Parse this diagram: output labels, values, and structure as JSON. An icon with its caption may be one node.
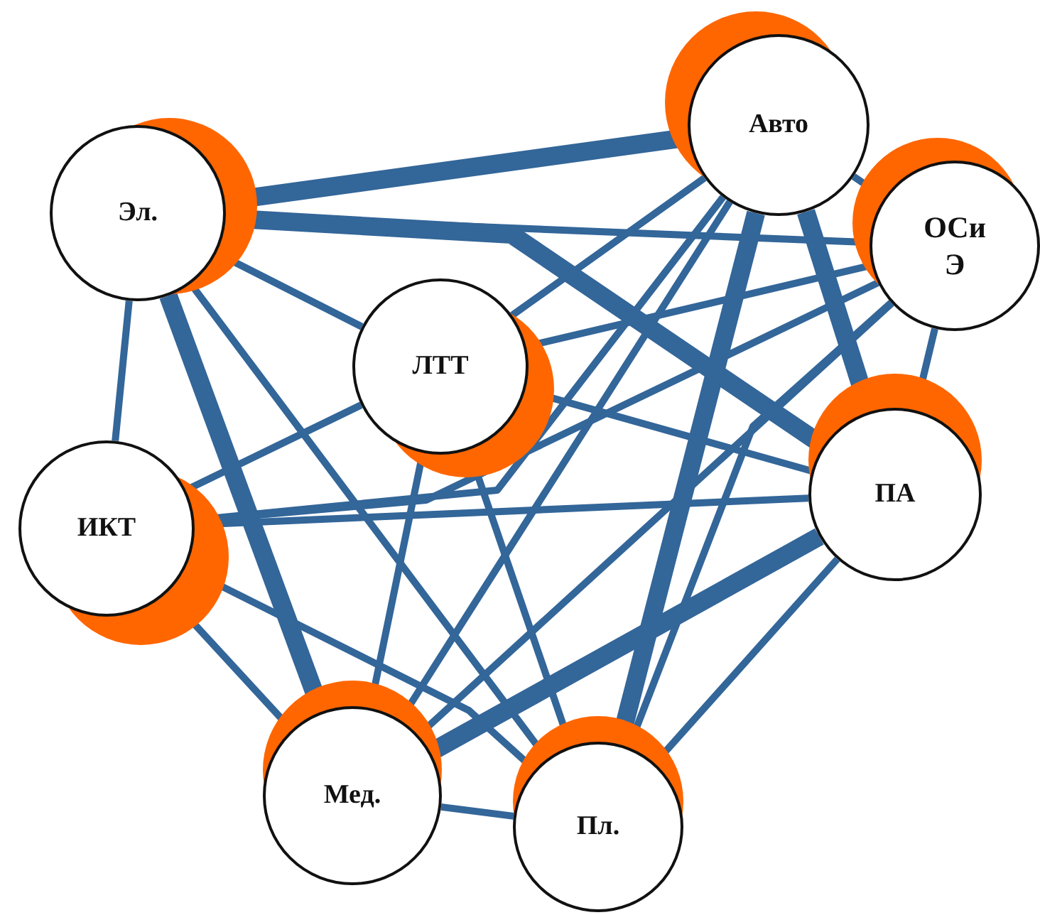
{
  "diagram": {
    "nodes": [
      {
        "text": [
          "Эл."
        ]
      },
      {
        "text": [
          "Авто"
        ]
      },
      {
        "text": [
          "ОСиЭ"
        ]
      },
      {
        "text": [
          "ЛТТ"
        ]
      },
      {
        "text": [
          "ИКТ"
        ]
      },
      {
        "text": [
          "ПА"
        ]
      },
      {
        "text": [
          "Мед."
        ]
      },
      {
        "text": [
          "Пл."
        ]
      }
    ],
    "edges": [
      {
        "from": 0,
        "to": 1,
        "arrow": "none",
        "style": "thick"
      },
      {
        "from": 0,
        "to": 2,
        "arrow": "none"
      },
      {
        "from": 0,
        "to": 3,
        "arrow": "none"
      },
      {
        "from": 0,
        "to": 4,
        "arrow": "none"
      },
      {
        "from": 0,
        "to": 5,
        "arrow": "none",
        "style": "thick"
      },
      {
        "from": 0,
        "to": 6,
        "arrow": "none",
        "style": "thick"
      },
      {
        "from": 0,
        "to": 7,
        "arrow": "none"
      },
      {
        "from": 1,
        "to": 2,
        "arrow": "none"
      },
      {
        "from": 1,
        "to": 3,
        "arrow": "none"
      },
      {
        "from": 1,
        "to": 4,
        "arrow": "none"
      },
      {
        "from": 1,
        "to": 5,
        "arrow": "none",
        "style": "thick"
      },
      {
        "from": 1,
        "to": 6,
        "arrow": "none"
      },
      {
        "from": 1,
        "to": 7,
        "arrow": "none",
        "style": "thick"
      },
      {
        "from": 2,
        "to": 3,
        "arrow": "none"
      },
      {
        "from": 2,
        "to": 4,
        "arrow": "none"
      },
      {
        "from": 2,
        "to": 5,
        "arrow": "none"
      },
      {
        "from": 2,
        "to": 6,
        "arrow": "none"
      },
      {
        "from": 2,
        "to": 7,
        "arrow": "none"
      },
      {
        "from": 3,
        "to": 4,
        "arrow": "none"
      },
      {
        "from": 3,
        "to": 5,
        "arrow": "none"
      },
      {
        "from": 3,
        "to": 6,
        "arrow": "none"
      },
      {
        "from": 3,
        "to": 7,
        "arrow": "none"
      },
      {
        "from": 4,
        "to": 5,
        "arrow": "none"
      },
      {
        "from": 4,
        "to": 6,
        "arrow": "none"
      },
      {
        "from": 4,
        "to": 7,
        "arrow": "none"
      },
      {
        "from": 5,
        "to": 6,
        "arrow": "none",
        "style": "thick"
      },
      {
        "from": 5,
        "to": 7,
        "arrow": "none"
      },
      {
        "from": 6,
        "to": 7,
        "arrow": "none"
      }
    ]
  }
}
